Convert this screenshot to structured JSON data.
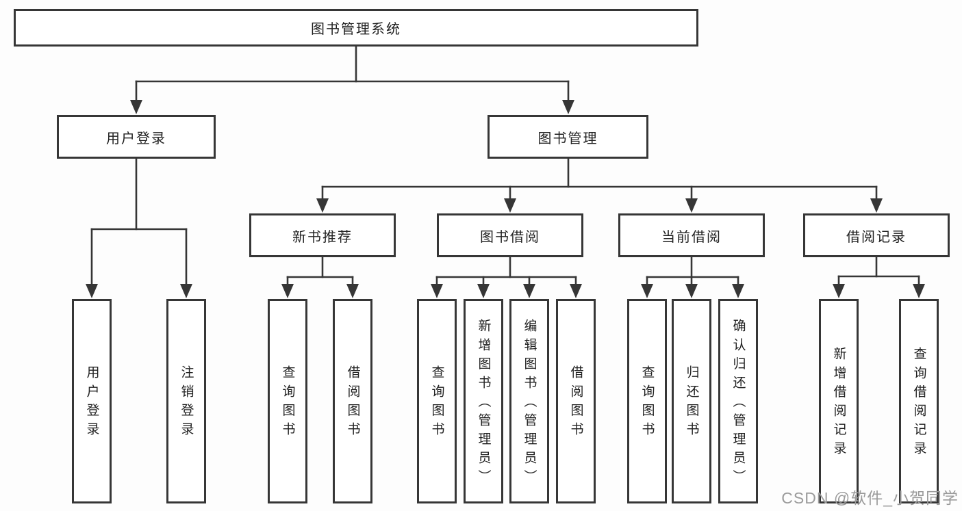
{
  "diagram": {
    "title_node": "图书管理系统",
    "nodes": {
      "root": "图书管理系统",
      "user_login": "用户登录",
      "book_mgmt": "图书管理",
      "new_books": "新书推荐",
      "book_borrow": "图书借阅",
      "current_borrow": "当前借阅",
      "borrow_records": "借阅记录",
      "user_login_children": [
        "用户登录",
        "注销登录"
      ],
      "new_books_children": [
        "查询图书",
        "借阅图书"
      ],
      "book_borrow_children": [
        "查询图书",
        "新增图书（管理员）",
        "编辑图书（管理员）",
        "借阅图书"
      ],
      "current_borrow_children": [
        "查询图书",
        "归还图书",
        "确认归还（管理员）"
      ],
      "borrow_records_children": [
        "新增借阅记录",
        "查询借阅记录"
      ]
    }
  },
  "watermark": {
    "text": "CSDN @软件_小贺同学",
    "color": "#9b9b9b"
  },
  "colors": {
    "line": "#363636",
    "box_border": "#363636",
    "box_fill": "#ffffff",
    "text": "#212121",
    "background": "#fdfdfd"
  }
}
